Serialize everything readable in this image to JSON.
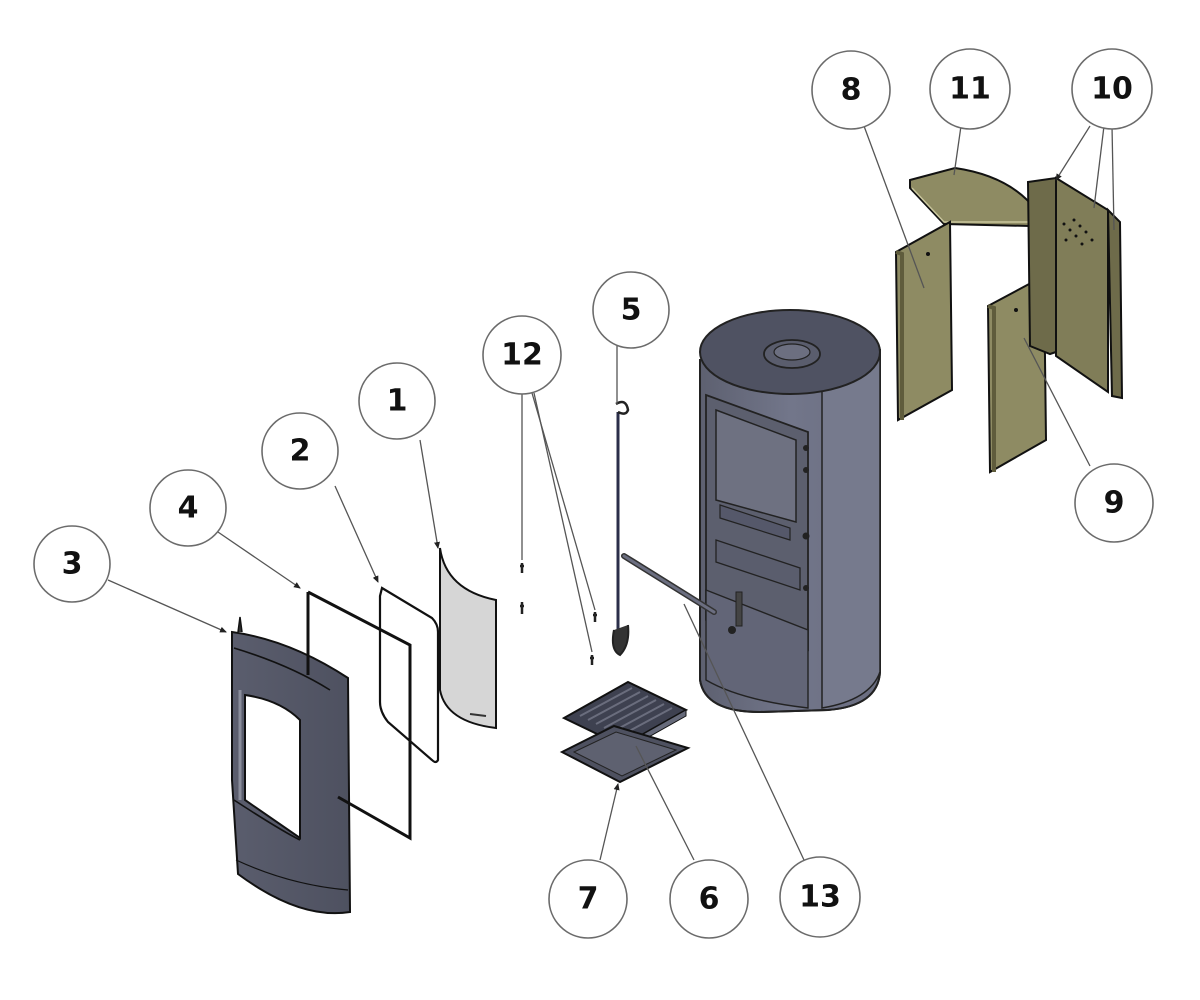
{
  "diagram": {
    "title": "Stove exploded parts view",
    "colors": {
      "stove_body": "#6f7282",
      "stove_dark": "#4f5262",
      "brick": "#8e8b63",
      "brick_dark": "#5f5c3c",
      "glass": "#d6d6d6",
      "callout_stroke": "#6b6b6b"
    },
    "callouts": [
      {
        "id": "1",
        "label": "1",
        "part": "glass-panel"
      },
      {
        "id": "2",
        "label": "2",
        "part": "glass-gasket"
      },
      {
        "id": "3",
        "label": "3",
        "part": "door"
      },
      {
        "id": "4",
        "label": "4",
        "part": "door-seal"
      },
      {
        "id": "5",
        "label": "5",
        "part": "door-handle-rod"
      },
      {
        "id": "6",
        "label": "6",
        "part": "grate"
      },
      {
        "id": "7",
        "label": "7",
        "part": "ash-pan"
      },
      {
        "id": "8",
        "label": "8",
        "part": "side-brick-left"
      },
      {
        "id": "9",
        "label": "9",
        "part": "side-brick-right"
      },
      {
        "id": "10",
        "label": "10",
        "part": "rear-brick-set"
      },
      {
        "id": "11",
        "label": "11",
        "part": "baffle-plate"
      },
      {
        "id": "12",
        "label": "12",
        "part": "hinge-pins"
      },
      {
        "id": "13",
        "label": "13",
        "part": "air-control-lever"
      }
    ]
  }
}
